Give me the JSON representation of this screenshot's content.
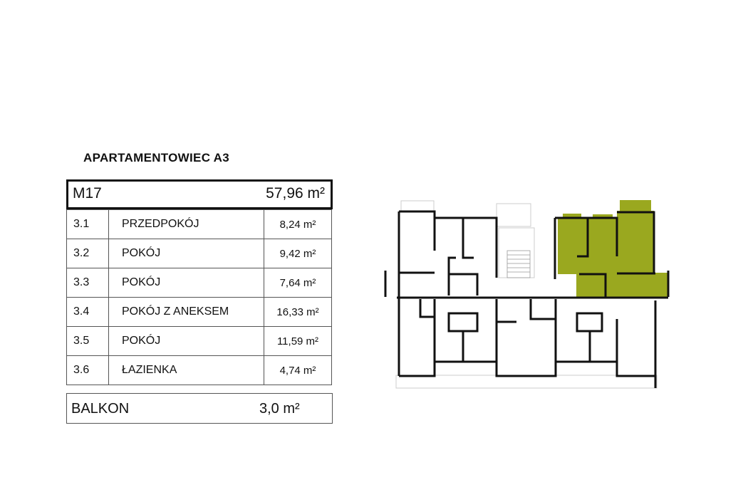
{
  "title": "APARTAMENTOWIEC A3",
  "unit": {
    "name": "M17",
    "area": "57,96 m²"
  },
  "rooms": [
    {
      "no": "3.1",
      "name": "PRZEDPOKÓJ",
      "area": "8,24 m²"
    },
    {
      "no": "3.2",
      "name": "POKÓJ",
      "area": "9,42 m²"
    },
    {
      "no": "3.3",
      "name": "POKÓJ",
      "area": "7,64 m²"
    },
    {
      "no": "3.4",
      "name": "POKÓJ Z ANEKSEM",
      "area": "16,33 m²"
    },
    {
      "no": "3.5",
      "name": "POKÓJ",
      "area": "11,59 m²"
    },
    {
      "no": "3.6",
      "name": "ŁAZIENKA",
      "area": "4,74 m²"
    }
  ],
  "balcony": {
    "label": "BALKON",
    "area": "3,0 m²"
  },
  "colors": {
    "highlight": "#9aa81f",
    "wall": "#111111"
  }
}
